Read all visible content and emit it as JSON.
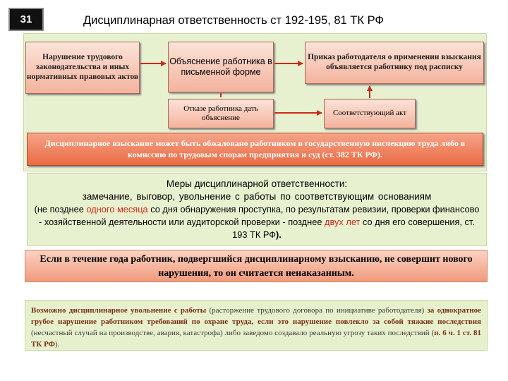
{
  "slide_number": "31",
  "title": {
    "main": "Дисциплинарная ответственность",
    "suffix": " ст 192-195, 81 ТК РФ"
  },
  "diagram": {
    "violation": "Нарушение трудового законодательства и иных нормативных правовых актов",
    "explanation": "Объяснение работника в письменной форме",
    "order": "Приказ работодателя о применении взыскания объявляется работнику под расписку",
    "refusal": "Отказе работника дать объяснение",
    "act": "Соответствующий акт",
    "appeal": "Дисциплинарное взыскание может быть обжаловано работником в государственную инспекцию труда либо в комиссию по трудовым спорам предприятия и суд (ст. 382 ТК РФ)."
  },
  "measures": {
    "heading": "Меры дисциплинарной ответственности:",
    "types": "замечание,   выговор,   увольнение с работы по соответствующим основаниям",
    "deadline_a": "(не позднее ",
    "deadline_month": "одного месяца",
    "deadline_b": " со дня обнаружения проступка, по результатам ревизии, проверки финансово - хозяйственной деятельности или аудиторской проверки - позднее ",
    "deadline_years": "двух лет",
    "deadline_c": " со дня его совершения,   ст. 193 ТК РФ",
    "deadline_close": ")."
  },
  "year_note": "Если в течение года работник, подвергшийся дисциплинарному взысканию, не совершит нового нарушения, то он считается ненаказанным.",
  "dismissal": {
    "part1": "Возможно дисциплинарное увольнение с работы",
    "part2": " (расторжение трудового договора по инициативе работодателя) ",
    "part3": "за однократное грубое нарушение работником требований по охране труда, если это нарушение повлекло за собой тяжкие последствия",
    "part4": " (несчастный случай на производстве, авария, катастрофа) либо заведомо создавало реальную угрозу таких последствий (",
    "part5": "п. 6 ч. 1 ст. 81 ТК РФ",
    "part6": ")."
  },
  "colors": {
    "accent_red": "#cc2a1a",
    "panel_green": "#e8f1cf",
    "box_salmon": "#f4b39d",
    "appeal_orange": "#e96a43"
  }
}
